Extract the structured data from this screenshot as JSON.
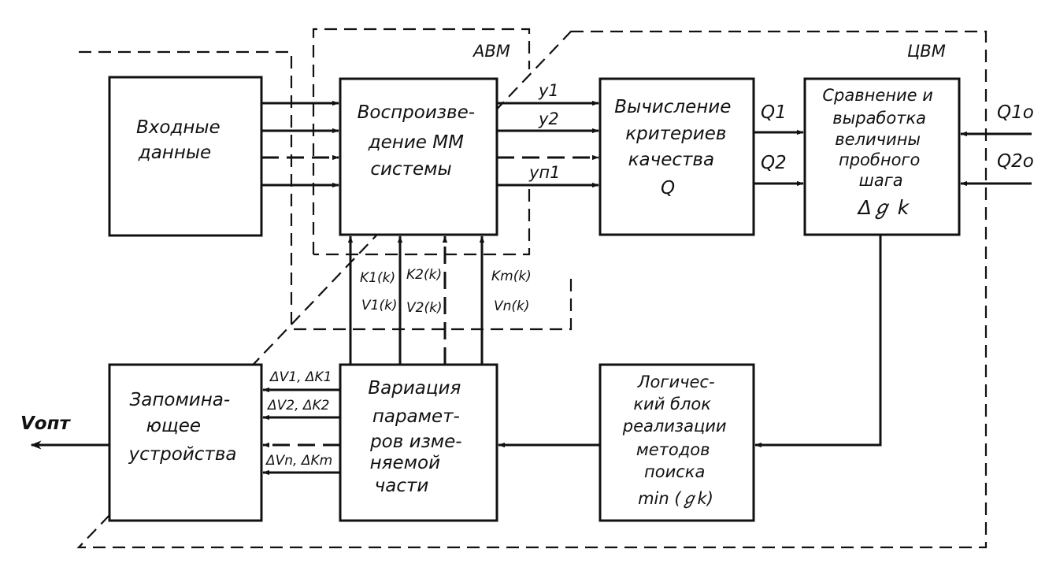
{
  "frames": {
    "avm": "АВМ",
    "cvm": "ЦВМ"
  },
  "blocks": {
    "input": [
      "Входные",
      "данные"
    ],
    "reproduction": [
      "Воспроизве-",
      "дение ММ",
      "системы"
    ],
    "criteria": [
      "Вычисление",
      "критериев",
      "качества",
      "Q"
    ],
    "compare": [
      "Сравнение и",
      "выработка",
      "величины",
      "пробного",
      "шага",
      "Δℊ k"
    ],
    "memory": [
      "Запомина-",
      "ющее",
      "устройства"
    ],
    "variation": [
      "Вариация",
      "парамет-",
      "ров изме-",
      "няемой",
      "части"
    ],
    "logic": [
      "Логичес-",
      "кий блок",
      "реализации",
      "методов",
      "поиска",
      "min (ℊk)"
    ]
  },
  "signals": {
    "y1": "y1",
    "y2": "y2",
    "yn1": "yп1",
    "q1": "Q1",
    "q2": "Q2",
    "q1_ext": "Q1o",
    "q2_ext": "Q2o",
    "k1": "K1(k)",
    "v1": "V1(k)",
    "k2": "K2(k)",
    "v2": "V2(k)",
    "km": "Km(k)",
    "vn": "Vn(k)",
    "dv1": "ΔV1, ΔK1",
    "dv2": "ΔV2, ΔK2",
    "dvn": "ΔVn, ΔKm",
    "vopt": "Vопт"
  }
}
